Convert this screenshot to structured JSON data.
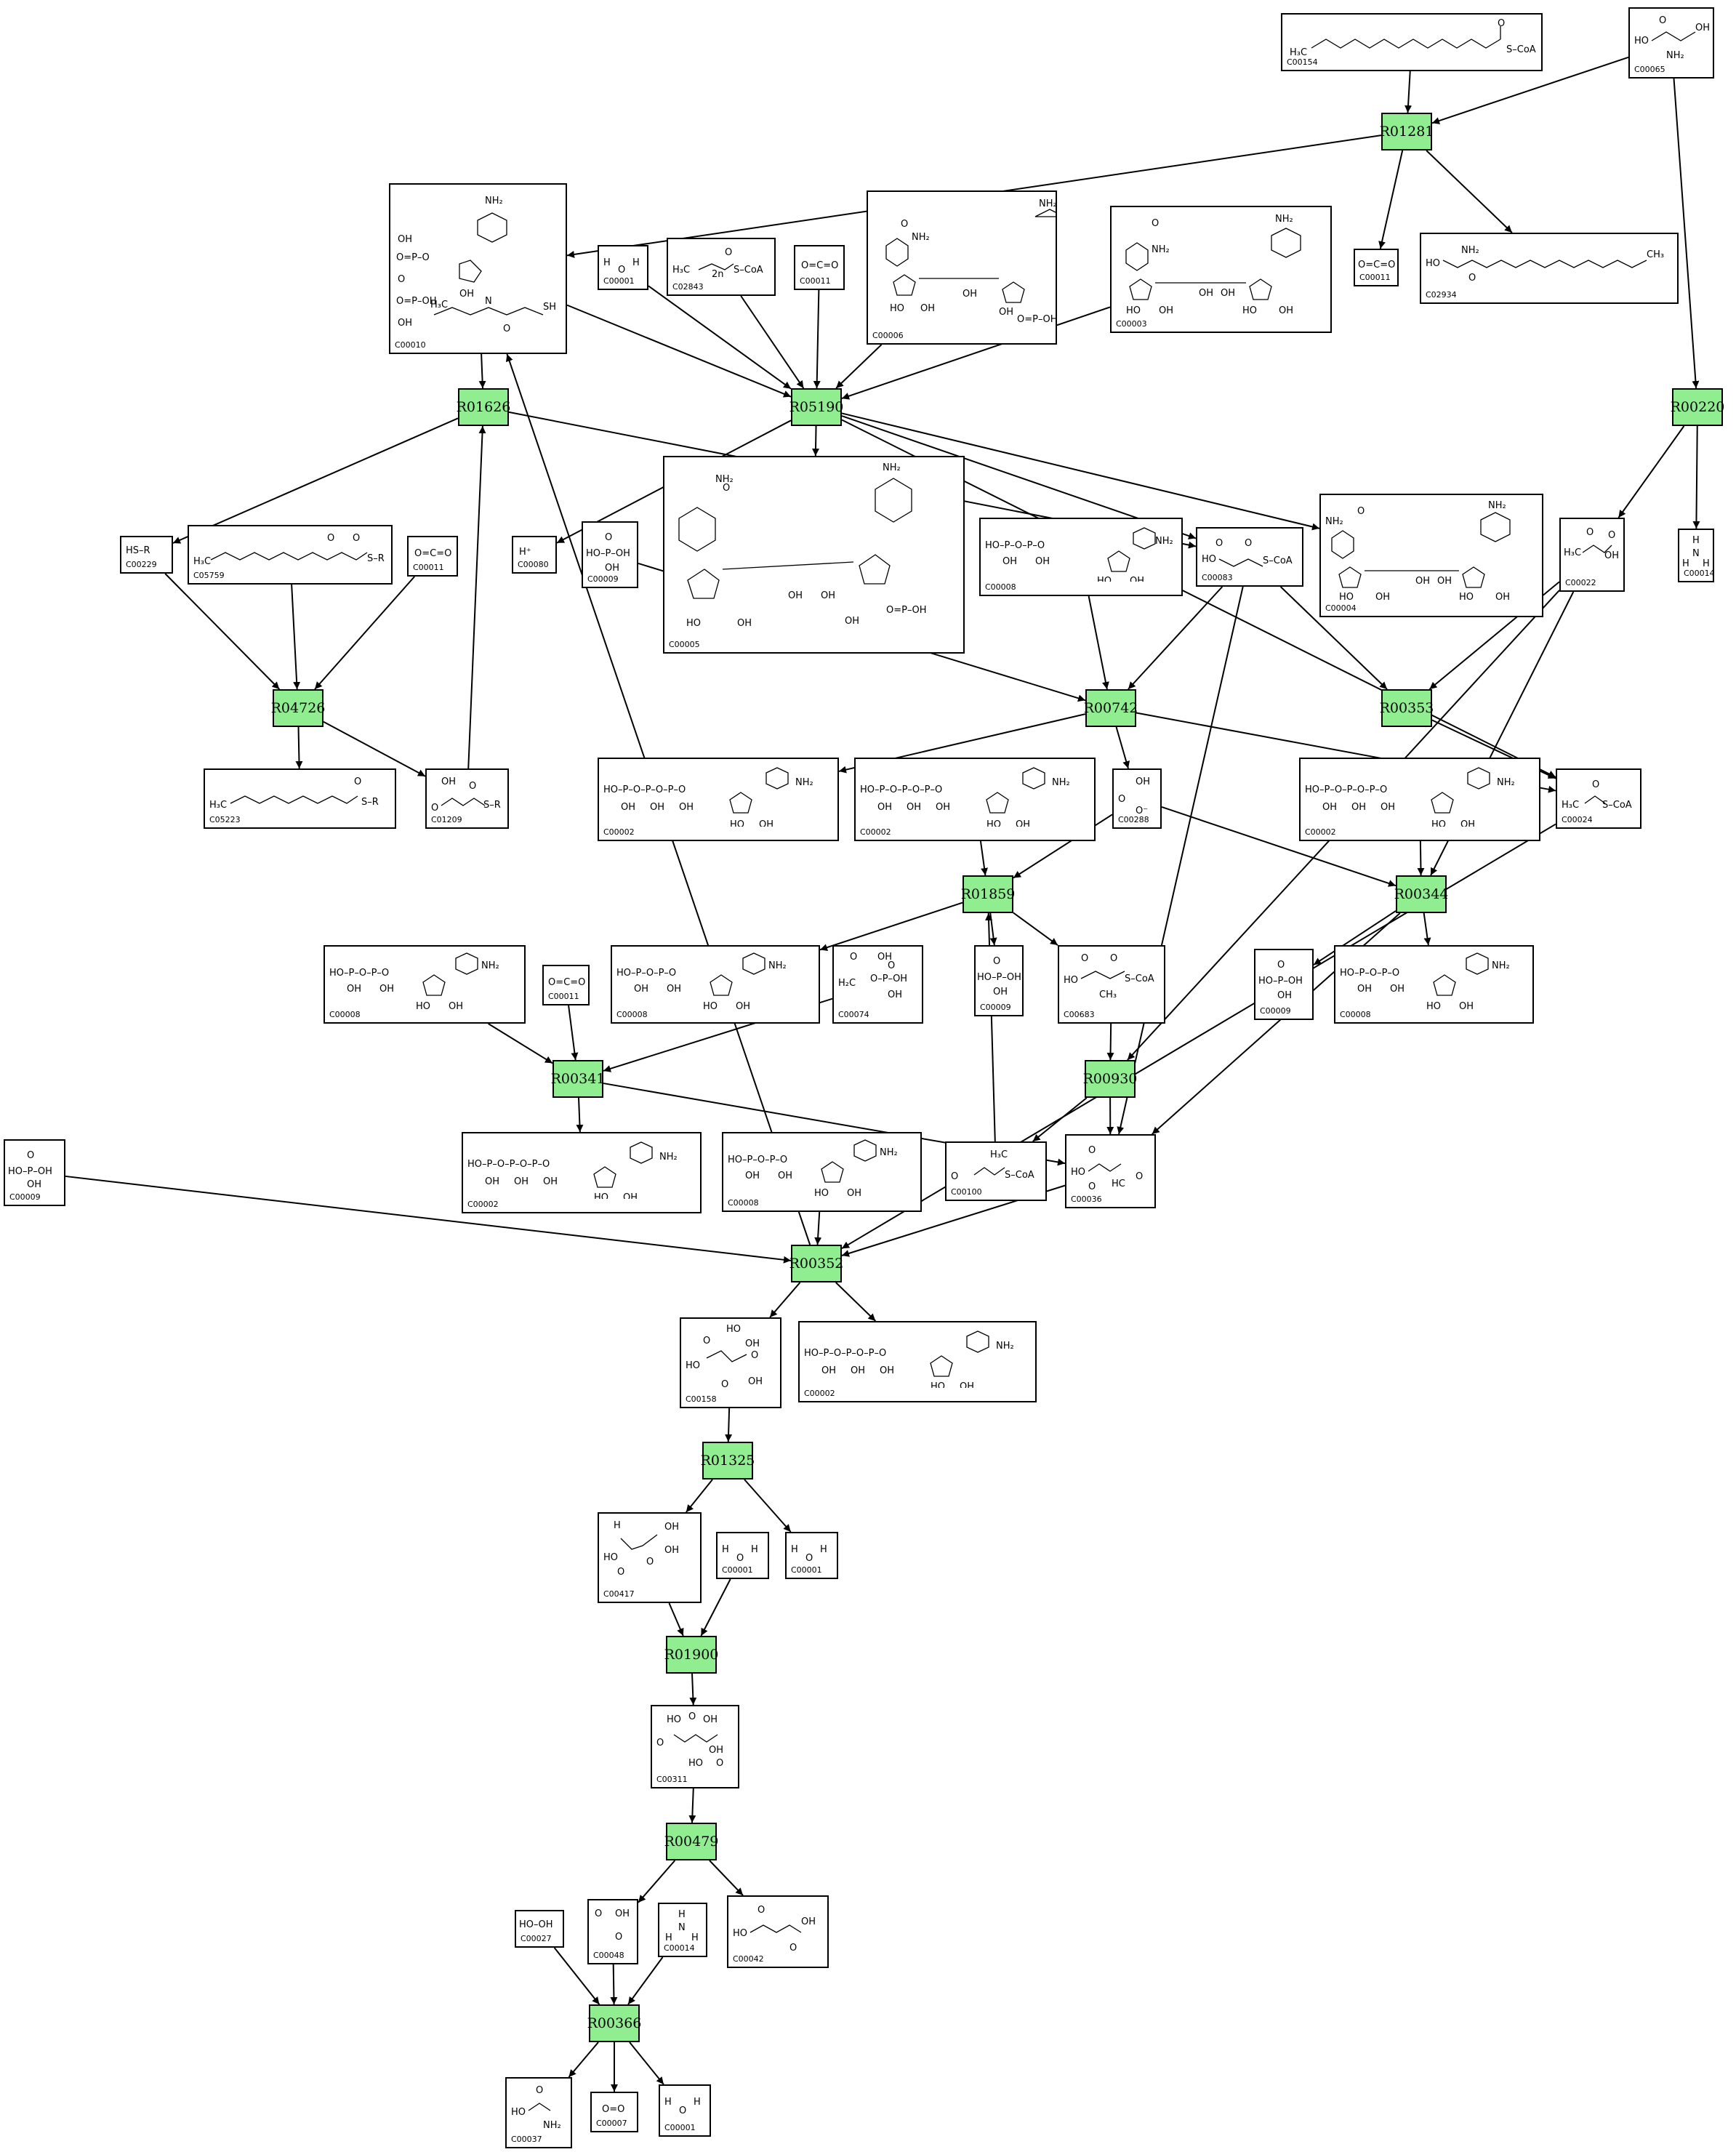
{
  "reactions": [
    "R01281",
    "R01626",
    "R05190",
    "R00220",
    "R04726",
    "R00742",
    "R00353",
    "R01859",
    "R00344",
    "R00341",
    "R00930",
    "R00352",
    "R01325",
    "R01900",
    "R00479",
    "R00366"
  ],
  "compounds": [
    {
      "key": "c00154",
      "id": "C00154",
      "labels": [
        "H₃C",
        "S–CoA",
        "O"
      ]
    },
    {
      "key": "c00065",
      "id": "C00065",
      "labels": [
        "HO",
        "OH",
        "NH₂",
        "O"
      ]
    },
    {
      "key": "c00010",
      "id": "C00010",
      "labels": [
        "NH₂",
        "OH",
        "O=P–O",
        "O",
        "O=P–OH",
        "OH",
        "H₃C",
        "OH",
        "N",
        "SH",
        "O"
      ]
    },
    {
      "key": "c00001_a",
      "id": "C00001",
      "labels": [
        "H",
        "O",
        "H"
      ]
    },
    {
      "key": "c02843",
      "id": "C02843",
      "labels": [
        "H₃C",
        "2n",
        "S–CoA",
        "O"
      ]
    },
    {
      "key": "c00011_a",
      "id": "C00011",
      "labels": [
        "O=C=O"
      ]
    },
    {
      "key": "c00006",
      "id": "C00006",
      "labels": [
        "NH₂",
        "O",
        "NH₂",
        "HO",
        "OH",
        "OH",
        "OH",
        "O=P–OH"
      ]
    },
    {
      "key": "c00003_a",
      "id": "C00003",
      "labels": [
        "NH₂",
        "O",
        "NH₂",
        "HO",
        "OH",
        "OH",
        "OH",
        "HO",
        "OH"
      ]
    },
    {
      "key": "c00011_b",
      "id": "C00011",
      "labels": [
        "O=C=O"
      ]
    },
    {
      "key": "c02934",
      "id": "C02934",
      "labels": [
        "HO",
        "NH₂",
        "O",
        "CH₃"
      ]
    },
    {
      "key": "c00229",
      "id": "C00229",
      "labels": [
        "HS–R"
      ]
    },
    {
      "key": "c05759",
      "id": "C05759",
      "labels": [
        "H₃C",
        "O",
        "O",
        "S–R"
      ]
    },
    {
      "key": "c00011_c",
      "id": "C00011",
      "labels": [
        "O=C=O"
      ]
    },
    {
      "key": "c00080",
      "id": "C00080",
      "labels": [
        "H⁺"
      ]
    },
    {
      "key": "c00009_a",
      "id": "C00009",
      "labels": [
        "HO–P–OH",
        "O",
        "OH"
      ]
    },
    {
      "key": "c00005",
      "id": "C00005",
      "labels": [
        "NH₂",
        "O",
        "NH₂",
        "HO",
        "OH",
        "OH",
        "OH",
        "OH",
        "O=P–OH"
      ]
    },
    {
      "key": "c00008_a",
      "id": "C00008",
      "labels": [
        "HO–P–O–P–O",
        "OH",
        "OH",
        "NH₂",
        "HO",
        "OH"
      ]
    },
    {
      "key": "c00083",
      "id": "C00083",
      "labels": [
        "HO",
        "O",
        "O",
        "S–CoA"
      ]
    },
    {
      "key": "c00004",
      "id": "C00004",
      "labels": [
        "NH₂",
        "O",
        "NH₂",
        "HO",
        "OH",
        "OH",
        "OH",
        "HO",
        "OH"
      ]
    },
    {
      "key": "c00022",
      "id": "C00022",
      "labels": [
        "O",
        "H₃C",
        "OH",
        "O"
      ]
    },
    {
      "key": "c00014_a",
      "id": "C00014",
      "labels": [
        "H",
        "N",
        "H",
        "H"
      ]
    },
    {
      "key": "c05223",
      "id": "C05223",
      "labels": [
        "H₃C",
        "O",
        "S–R"
      ]
    },
    {
      "key": "c01209",
      "id": "C01209",
      "labels": [
        "OH",
        "O",
        "O",
        "S–R"
      ]
    },
    {
      "key": "c00002_a",
      "id": "C00002",
      "labels": [
        "HO–P–O–P–O–P–O",
        "OH",
        "OH",
        "OH",
        "NH₂",
        "HO",
        "OH"
      ]
    },
    {
      "key": "c00002_b",
      "id": "C00002",
      "labels": [
        "HO–P–O–P–O–P–O",
        "OH",
        "OH",
        "OH",
        "NH₂",
        "HO",
        "OH"
      ]
    },
    {
      "key": "c00288",
      "id": "C00288",
      "labels": [
        "OH",
        "O",
        "O⁻"
      ]
    },
    {
      "key": "c00002_c",
      "id": "C00002",
      "labels": [
        "HO–P–O–P–O–P–O",
        "OH",
        "OH",
        "OH",
        "NH₂",
        "HO",
        "OH"
      ]
    },
    {
      "key": "c00024",
      "id": "C00024",
      "labels": [
        "O",
        "H₃C",
        "S–CoA"
      ]
    },
    {
      "key": "c00008_b",
      "id": "C00008",
      "labels": [
        "HO–P–O–P–O",
        "OH",
        "OH",
        "NH₂",
        "HO",
        "OH"
      ]
    },
    {
      "key": "c00011_d",
      "id": "C00011",
      "labels": [
        "O=C=O"
      ]
    },
    {
      "key": "c00008_c",
      "id": "C00008",
      "labels": [
        "HO–P–O–P–O",
        "OH",
        "OH",
        "NH₂",
        "HO",
        "OH"
      ]
    },
    {
      "key": "c00074",
      "id": "C00074",
      "labels": [
        "O",
        "OH",
        "H₂C",
        "O–P–OH",
        "O",
        "OH"
      ]
    },
    {
      "key": "c00009_b",
      "id": "C00009",
      "labels": [
        "HO–P–OH",
        "O",
        "OH"
      ]
    },
    {
      "key": "c00683",
      "id": "C00683",
      "labels": [
        "HO",
        "O",
        "O",
        "S–CoA",
        "CH₃"
      ]
    },
    {
      "key": "c00009_c",
      "id": "C00009",
      "labels": [
        "HO–P–OH",
        "O",
        "OH"
      ]
    },
    {
      "key": "c00008_d",
      "id": "C00008",
      "labels": [
        "HO–P–O–P–O",
        "OH",
        "OH",
        "NH₂",
        "HO",
        "OH"
      ]
    },
    {
      "key": "c00009_d",
      "id": "C00009",
      "labels": [
        "HO–P–OH",
        "O",
        "OH"
      ]
    },
    {
      "key": "c00002_d",
      "id": "C00002",
      "labels": [
        "HO–P–O–P–O–P–O",
        "OH",
        "OH",
        "OH",
        "NH₂",
        "HO",
        "OH"
      ]
    },
    {
      "key": "c00008_e",
      "id": "C00008",
      "labels": [
        "HO–P–O–P–O",
        "OH",
        "OH",
        "NH₂",
        "HO",
        "OH"
      ]
    },
    {
      "key": "c00100",
      "id": "C00100",
      "labels": [
        "H₃C",
        "O",
        "S–CoA"
      ]
    },
    {
      "key": "c00036",
      "id": "C00036",
      "labels": [
        "HO",
        "O",
        "O",
        "O",
        "HC"
      ]
    },
    {
      "key": "c00158",
      "id": "C00158",
      "labels": [
        "HO",
        "O",
        "HO",
        "OH",
        "O",
        "OH",
        "O"
      ]
    },
    {
      "key": "c00002_e",
      "id": "C00002",
      "labels": [
        "HO–P–O–P–O–P–O",
        "OH",
        "OH",
        "OH",
        "NH₂",
        "HO",
        "OH"
      ]
    },
    {
      "key": "c00417",
      "id": "C00417",
      "labels": [
        "H",
        "OH",
        "HO",
        "O",
        "O",
        "OH"
      ]
    },
    {
      "key": "c00001_b",
      "id": "C00001",
      "labels": [
        "H",
        "O",
        "H"
      ]
    },
    {
      "key": "c00001_c",
      "id": "C00001",
      "labels": [
        "H",
        "O",
        "H"
      ]
    },
    {
      "key": "c00311",
      "id": "C00311",
      "labels": [
        "HO",
        "O",
        "OH",
        "O",
        "OH",
        "HO",
        "O"
      ]
    },
    {
      "key": "c00027",
      "id": "C00027",
      "labels": [
        "HO–OH"
      ]
    },
    {
      "key": "c00048",
      "id": "C00048",
      "labels": [
        "O",
        "OH",
        "O"
      ]
    },
    {
      "key": "c00014_b",
      "id": "C00014",
      "labels": [
        "H",
        "N",
        "H",
        "H"
      ]
    },
    {
      "key": "c00042",
      "id": "C00042",
      "labels": [
        "HO",
        "O",
        "OH",
        "O"
      ]
    },
    {
      "key": "c00037",
      "id": "C00037",
      "labels": [
        "HO",
        "O",
        "NH₂"
      ]
    },
    {
      "key": "c00007",
      "id": "C00007",
      "labels": [
        "O=O"
      ]
    },
    {
      "key": "c00001_d",
      "id": "C00001",
      "labels": [
        "H",
        "O",
        "H"
      ]
    }
  ],
  "edges": [
    [
      "c00154",
      "R01281"
    ],
    [
      "c00065",
      "R01281"
    ],
    [
      "R01281",
      "c00010"
    ],
    [
      "R01281",
      "c00011_b"
    ],
    [
      "R01281",
      "c02934"
    ],
    [
      "c00065",
      "R00220"
    ],
    [
      "R00220",
      "c00022"
    ],
    [
      "R00220",
      "c00014_a"
    ],
    [
      "c00010",
      "R01626"
    ],
    [
      "c00010",
      "R05190"
    ],
    [
      "c00001_a",
      "R05190"
    ],
    [
      "c02843",
      "R05190"
    ],
    [
      "c00011_a",
      "R05190"
    ],
    [
      "c00006",
      "R05190"
    ],
    [
      "c00003_a",
      "R05190"
    ],
    [
      "R05190",
      "c00080"
    ],
    [
      "R05190",
      "c00005"
    ],
    [
      "R05190",
      "c00083"
    ],
    [
      "R05190",
      "c00004"
    ],
    [
      "R05190",
      "c00024"
    ],
    [
      "R01626",
      "c00229"
    ],
    [
      "R01626",
      "c00083"
    ],
    [
      "c00229",
      "R04726"
    ],
    [
      "c05759",
      "R04726"
    ],
    [
      "c00011_c",
      "R04726"
    ],
    [
      "R04726",
      "c05223"
    ],
    [
      "R04726",
      "c01209"
    ],
    [
      "c01209",
      "R01626"
    ],
    [
      "c00009_a",
      "R00742"
    ],
    [
      "c00008_a",
      "R00742"
    ],
    [
      "c00083",
      "R00742"
    ],
    [
      "c00083",
      "R00353"
    ],
    [
      "R00742",
      "c00002_a"
    ],
    [
      "R00742",
      "c00288"
    ],
    [
      "R00742",
      "c00024"
    ],
    [
      "c00022",
      "R00353"
    ],
    [
      "R00353",
      "c00024"
    ],
    [
      "c00002_b",
      "R01859"
    ],
    [
      "c00288",
      "R01859"
    ],
    [
      "c00100",
      "R01859"
    ],
    [
      "R01859",
      "c00008_c"
    ],
    [
      "R01859",
      "c00009_b"
    ],
    [
      "R01859",
      "c00683"
    ],
    [
      "c00002_c",
      "R00344"
    ],
    [
      "c00288",
      "R00344"
    ],
    [
      "c00022",
      "R00344"
    ],
    [
      "R00344",
      "c00009_c"
    ],
    [
      "R00344",
      "c00008_d"
    ],
    [
      "R00344",
      "c00036"
    ],
    [
      "c00008_b",
      "R00341"
    ],
    [
      "c00011_d",
      "R00341"
    ],
    [
      "c00074",
      "R00341"
    ],
    [
      "R00341",
      "c00002_d"
    ],
    [
      "R00341",
      "c00036"
    ],
    [
      "c00683",
      "R00930"
    ],
    [
      "c00022",
      "R00930"
    ],
    [
      "R00930",
      "c00100"
    ],
    [
      "R00930",
      "c00036"
    ],
    [
      "c00083",
      "c00036"
    ],
    [
      "c00009_d",
      "R00352"
    ],
    [
      "c00008_e",
      "R00352"
    ],
    [
      "c00036",
      "R00352"
    ],
    [
      "c00024",
      "R00352"
    ],
    [
      "R00352",
      "c00010"
    ],
    [
      "R00352",
      "c00158"
    ],
    [
      "R00352",
      "c00002_e"
    ],
    [
      "c00158",
      "R01325"
    ],
    [
      "R01325",
      "c00417"
    ],
    [
      "R01325",
      "c00001_c"
    ],
    [
      "c00417",
      "R01900"
    ],
    [
      "c00001_b",
      "R01900"
    ],
    [
      "R01900",
      "c00311"
    ],
    [
      "c00311",
      "R00479"
    ],
    [
      "R00479",
      "c00048"
    ],
    [
      "R00479",
      "c00042"
    ],
    [
      "c00027",
      "R00366"
    ],
    [
      "c00048",
      "R00366"
    ],
    [
      "c00014_b",
      "R00366"
    ],
    [
      "R00366",
      "c00037"
    ],
    [
      "R00366",
      "c00007"
    ],
    [
      "R00366",
      "c00001_d"
    ]
  ]
}
